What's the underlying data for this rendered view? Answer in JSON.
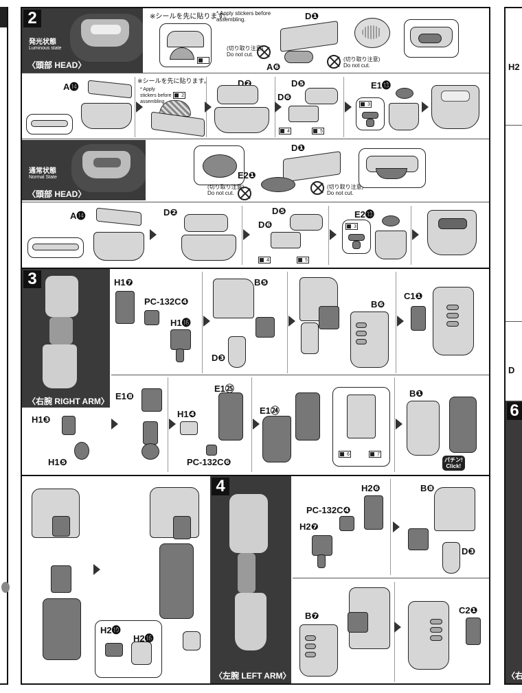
{
  "step2": {
    "number": "2",
    "luminous_jp": "発光状態",
    "luminous_en": "Luminous state",
    "normal_jp": "通常状態",
    "normal_en": "Normal State",
    "head": "〈頭部 HEAD〉",
    "sticker_note_jp": "※シールを先に貼ります。",
    "sticker_note_en": "* Apply stickers before assembling.",
    "sticker_note_small": "* Apply stickers before assembling",
    "do_not_cut_jp": "(切り取り注意)",
    "do_not_cut_en": "Do not cut.",
    "parts": {
      "d1": "D❶",
      "a6": "A❻",
      "a14": "A⓮",
      "d2": "D❷",
      "d5": "D❺",
      "d6": "D❻",
      "e1_13": "E1⓭",
      "e2_1": "E2❶",
      "e2_13": "E2⓭"
    },
    "sticker_nums": [
      "2",
      "3",
      "4",
      "5"
    ]
  },
  "step3": {
    "number": "3",
    "caption": "〈右腕 RIGHT ARM〉",
    "parts": {
      "h1_7": "H1❼",
      "pc_4": "PC-132C❹",
      "h1_16": "H1⓰",
      "b5": "B❺",
      "d3": "D❸",
      "b6": "B❻",
      "c1_1": "C1❶",
      "e1_8": "E1❽",
      "h1_3": "H1❸",
      "h1_5": "H1❺",
      "h1_4": "H1❹",
      "e1_25": "E1㉕",
      "pc_6": "PC-132C❻",
      "e1_24": "E1㉔",
      "b1": "B❶",
      "h2_19": "H2⓳",
      "h2_16": "H2⓰"
    },
    "sticker_nums": [
      "6",
      "7"
    ],
    "click_jp": "パチン!",
    "click_en": "Click!"
  },
  "step4": {
    "number": "4",
    "caption": "〈左腕 LEFT ARM〉",
    "parts": {
      "h2_6": "H2❻",
      "pc_4": "PC-132C❹",
      "h2_7": "H2❼",
      "b8": "B❽",
      "d3": "D❸",
      "b7": "B❼",
      "c2_1": "C2❶"
    }
  },
  "right_edge": {
    "h2": "H2",
    "d": "D",
    "six": "6",
    "cap": "〈右"
  }
}
